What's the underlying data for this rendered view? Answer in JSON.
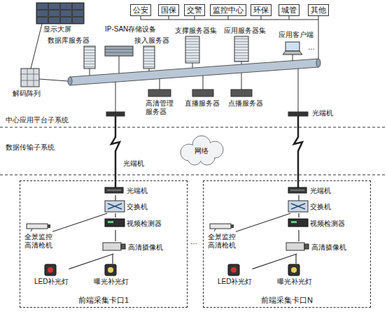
{
  "diagram": {
    "nodes": [
      {
        "text": [
          "公安"
        ]
      },
      {
        "text": [
          "国保"
        ]
      },
      {
        "text": [
          "交警"
        ]
      },
      {
        "text": [
          "监控中心"
        ]
      },
      {
        "text": [
          "环保"
        ]
      },
      {
        "text": [
          "城管"
        ]
      },
      {
        "text": [
          "其他"
        ]
      },
      {
        "text": [
          "前端采集卡口1"
        ]
      },
      {
        "text": [
          "光端机"
        ],
        "in": 7
      },
      {
        "text": [
          "交换机"
        ],
        "in": 7
      },
      {
        "text": [
          "全景监控高清枪机"
        ],
        "in": 7
      },
      {
        "text": [
          "视频检测器"
        ],
        "in": 7
      },
      {
        "text": [
          "高清摄像机"
        ],
        "in": 7
      },
      {
        "text": [
          "LED补光灯"
        ],
        "in": 7
      },
      {
        "text": [
          "曝光补光灯"
        ],
        "in": 7
      },
      {
        "text": [
          "前端采集卡口N"
        ]
      },
      {
        "text": [
          "光端机"
        ],
        "in": 15
      },
      {
        "text": [
          "交换机"
        ],
        "in": 15
      },
      {
        "text": [
          "全景监控高清枪机"
        ],
        "in": 15
      },
      {
        "text": [
          "视频检测器"
        ],
        "in": 15
      },
      {
        "text": [
          "高清摄像机"
        ],
        "in": 15
      },
      {
        "text": [
          "LED补光灯"
        ],
        "in": 15
      },
      {
        "text": [
          "曝光补光灯"
        ],
        "in": 15
      }
    ],
    "edges": [
      {
        "from": 8,
        "to": 9,
        "arrow": "none"
      },
      {
        "from": 9,
        "to": 10,
        "arrow": "none"
      },
      {
        "from": 9,
        "to": 11,
        "arrow": "none"
      },
      {
        "from": 11,
        "to": 12,
        "arrow": "none"
      },
      {
        "from": 12,
        "to": 13,
        "arrow": "none"
      },
      {
        "from": 12,
        "to": 14,
        "arrow": "none"
      },
      {
        "from": 16,
        "to": 17,
        "arrow": "none"
      },
      {
        "from": 17,
        "to": 18,
        "arrow": "none"
      },
      {
        "from": 17,
        "to": 19,
        "arrow": "none"
      },
      {
        "from": 19,
        "to": 20,
        "arrow": "none"
      },
      {
        "from": 20,
        "to": 21,
        "arrow": "none"
      },
      {
        "from": 20,
        "to": 22,
        "arrow": "none"
      }
    ],
    "labels": [
      "显示大屏",
      "IP-SAN存储设备",
      "支撑服务器集",
      "应用服务器集",
      "数据库服务器",
      "接入服务器",
      "应用客户端",
      "…",
      "解码阵列",
      "高清管理服务器",
      "直播服务器",
      "点播服务器",
      "中心应用平台子系统",
      "光端机",
      "数据传输子系统",
      "光端机",
      "网络",
      "…"
    ]
  }
}
